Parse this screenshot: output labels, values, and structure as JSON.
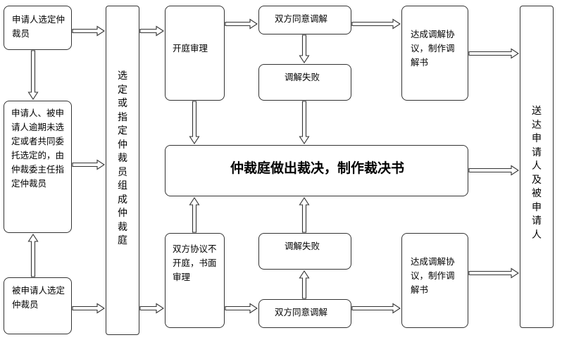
{
  "boxes": {
    "applicant_select": "申请人选定仲裁员",
    "overdue_appoint": "申请人、被申请人逾期未选定或者共同委托选定的，由仲裁委主任指定仲裁员",
    "respondent_select": "被申请人选定仲裁员",
    "form_tribunal": "选定或指定仲裁员组成仲裁庭",
    "open_hearing": "开庭审理",
    "written_hearing": "双方协议不开庭，书面审理",
    "mediation_top": "双方同意调解",
    "mediation_fail_top": "调解失败",
    "mediation_fail_bottom": "调解失败",
    "mediation_bottom": "双方同意调解",
    "agreement_top": "达成调解协议，制作调解书",
    "agreement_bottom": "达成调解协议，制作调解书",
    "award": "仲裁庭做出裁决，制作裁决书",
    "deliver": "送达申请人及被申请人"
  }
}
